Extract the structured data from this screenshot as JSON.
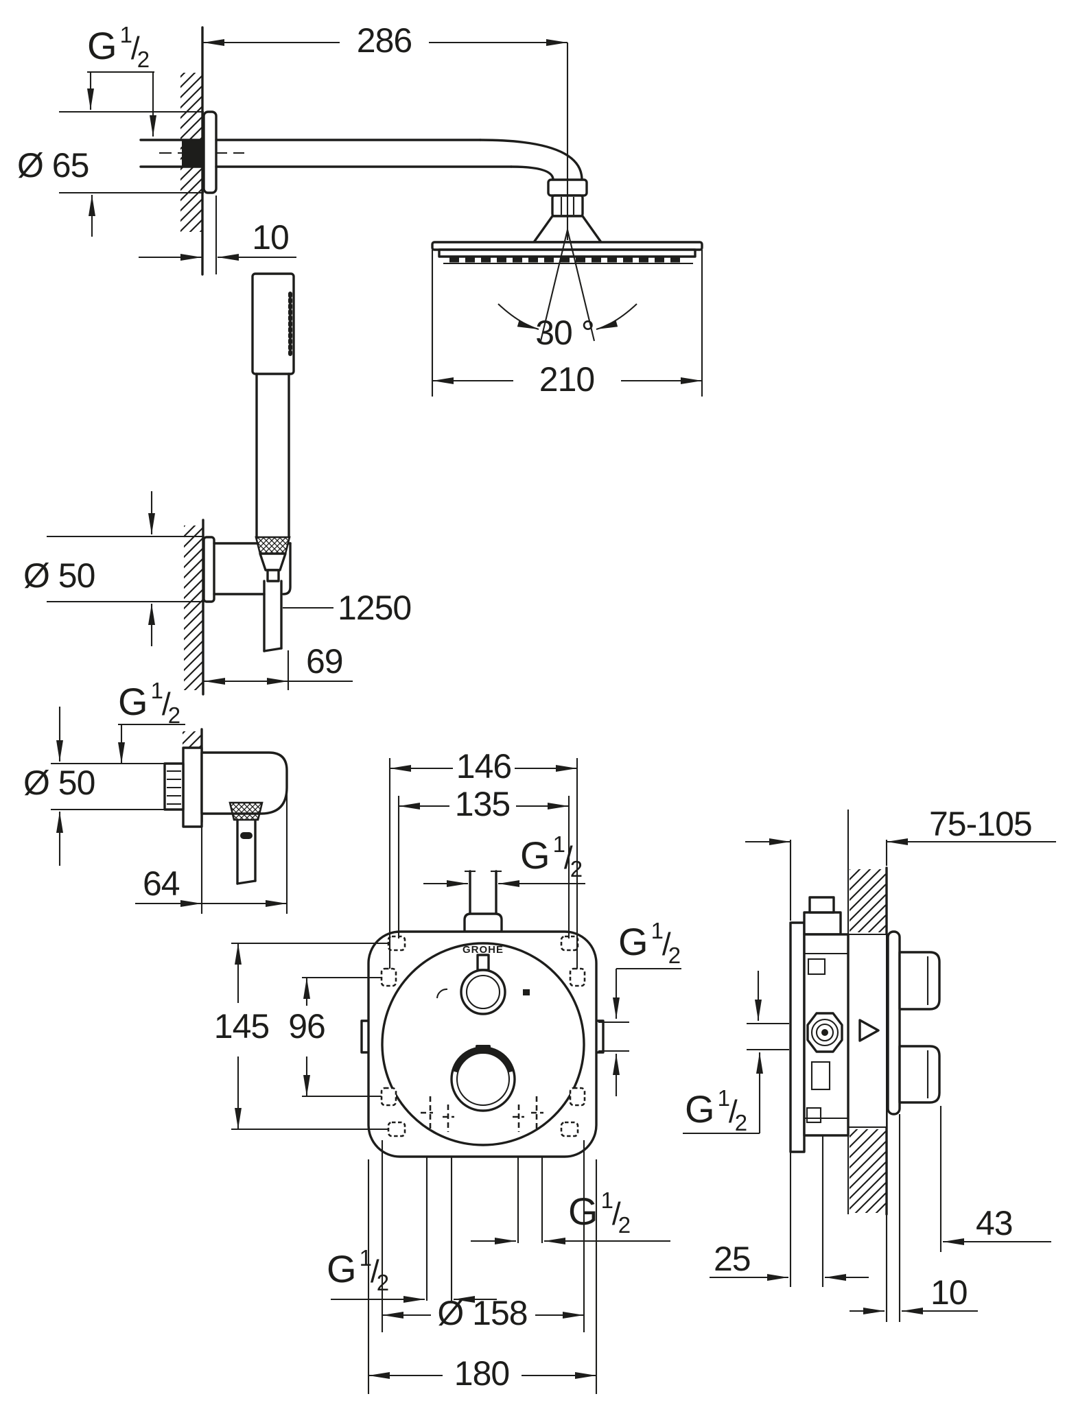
{
  "drawing": {
    "type": "technical installation dimension drawing",
    "product": "Concealed thermostatic shower set (head shower, hand shower, wall elbow, thermostat valve)",
    "line_color": "#1d1d1b",
    "background": "#ffffff",
    "units": "mm"
  },
  "thread": {
    "g": "G",
    "num": "1",
    "slash": "/",
    "den": "2"
  },
  "views": {
    "head_shower": {
      "name": "head shower with shower arm, side view",
      "arm_length": "286",
      "flange_diameter": "Ø 65",
      "escutcheon_offset": "10",
      "spray_angle": "30 °",
      "head_diameter": "210"
    },
    "hand_shower": {
      "name": "hand shower in wall holder, side view",
      "holder_diameter": "Ø 50",
      "hose_length": "1250",
      "holder_projection": "69"
    },
    "wall_elbow": {
      "name": "shower outlet elbow, side view",
      "flange_diameter": "Ø 50",
      "projection": "64"
    },
    "thermostat_front": {
      "name": "thermostat rough-in with trim, front view",
      "hole_spacing_width_outer": "146",
      "hole_spacing_width_inner": "135",
      "hole_spacing_height_outer": "145",
      "hole_spacing_height_inner": "96",
      "rosette_diameter": "Ø 158",
      "plate_size": "180",
      "brand": "GROHE"
    },
    "thermostat_side": {
      "name": "thermostat rough-in, wall section side view",
      "installation_depth": "75-105",
      "housing_depth": "25",
      "wall_clearance": "10",
      "handle_projection": "43"
    }
  }
}
